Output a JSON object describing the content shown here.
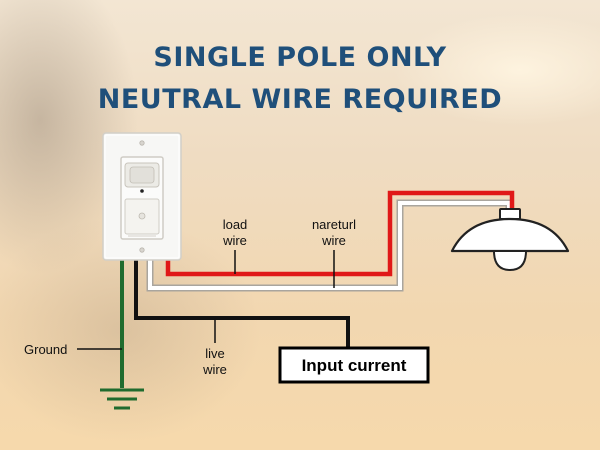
{
  "title": {
    "line1": "SINGLE POLE ONLY",
    "line2": "NEUTRAL WIRE REQUIRED"
  },
  "labels": {
    "load_wire_line1": "load",
    "load_wire_line2": "wire",
    "neutral_wire_line1": "nareturl",
    "neutral_wire_line2": "wire",
    "ground": "Ground",
    "live_wire_line1": "live",
    "live_wire_line2": "wire",
    "input_current": "Input current"
  },
  "colors": {
    "title": "#1f4f7a",
    "load_wire": "#e01818",
    "neutral_wire": "#ffffff",
    "live_wire": "#111111",
    "ground_wire": "#1f6b2e",
    "switch_plate": "#f7f7f5",
    "lamp_shade": "#ffffff"
  },
  "icons": {
    "switch": "occupancy-sensor-switch-icon",
    "lamp": "ceiling-lamp-icon",
    "ground": "ground-symbol-icon"
  }
}
